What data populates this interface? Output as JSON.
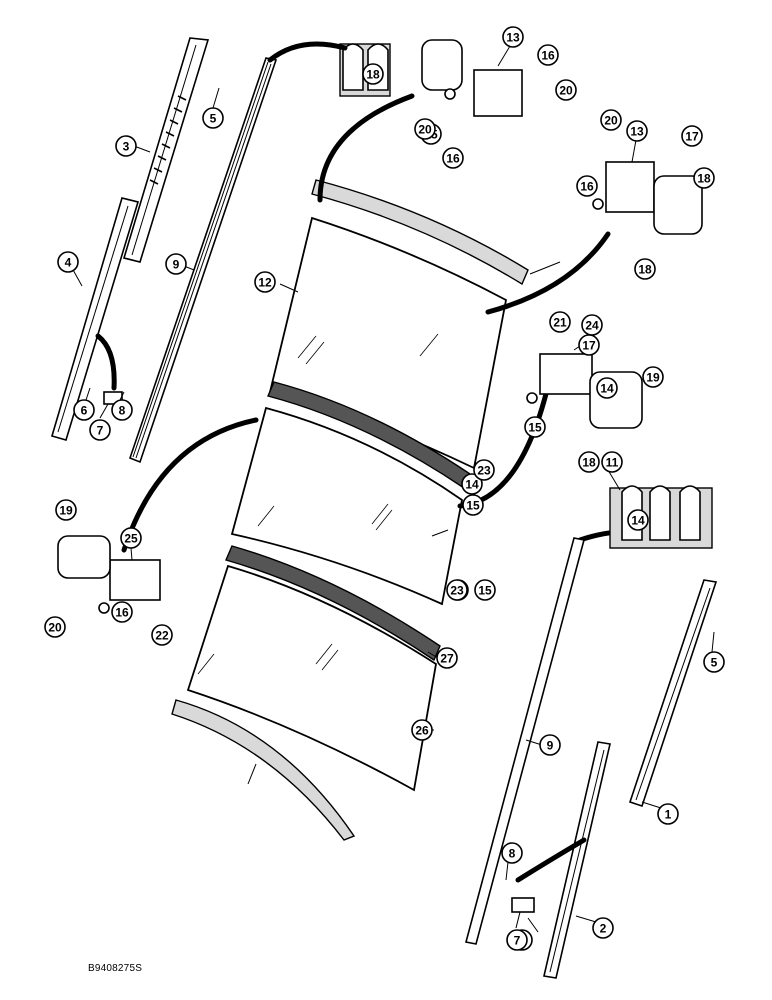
{
  "drawing_id": "B9408275S",
  "callouts": [
    "1",
    "2",
    "3",
    "4",
    "5",
    "5",
    "6",
    "6",
    "7",
    "7",
    "8",
    "8",
    "9",
    "9",
    "11",
    "12",
    "13",
    "13",
    "14",
    "14",
    "14",
    "14",
    "15",
    "15",
    "15",
    "15",
    "16",
    "16",
    "16",
    "16",
    "17",
    "17",
    "18",
    "18",
    "18",
    "18",
    "19",
    "19",
    "20",
    "20",
    "20",
    "20",
    "21",
    "22",
    "23",
    "23",
    "24",
    "25",
    "26",
    "27"
  ]
}
